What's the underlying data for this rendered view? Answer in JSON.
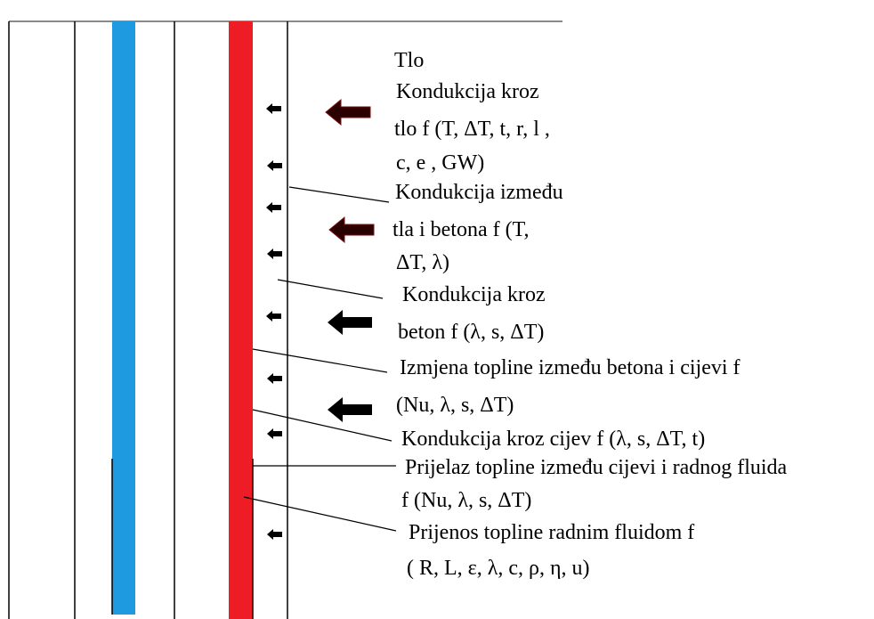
{
  "colors": {
    "cold_pipe": "#1e9be0",
    "hot_pipe": "#ee1c24",
    "line": "#000000",
    "top_line": "#8a8a8a",
    "arrow": "#000000",
    "arrow_dark_red": "#2a0000"
  },
  "labels": {
    "l1": "Tlo",
    "l2": "Kondukcija kroz",
    "l3": "tlo f (T, ΔT, t, r, l ,",
    "l4": "c, e , GW)",
    "l5": "Kondukcija između",
    "l6": "tla i betona f (T,",
    "l7": "ΔT, λ)",
    "l8": "Kondukcija kroz",
    "l9": "beton f (λ, s, ΔT)",
    "l10": "Izmjena topline između betona i cijevi f",
    "l11": "(Nu, λ, s, ΔT)",
    "l12": "Kondukcija kroz cijev f (λ, s, ΔT, t)",
    "l13": "Prijelaz topline između cijevi i radnog fluida",
    "l14": "f (Nu, λ, s, ΔT)",
    "l15": "Prijenos topline radnim fluidom f",
    "l16": "( R, L, ε, λ, c, ρ, η, u)"
  }
}
